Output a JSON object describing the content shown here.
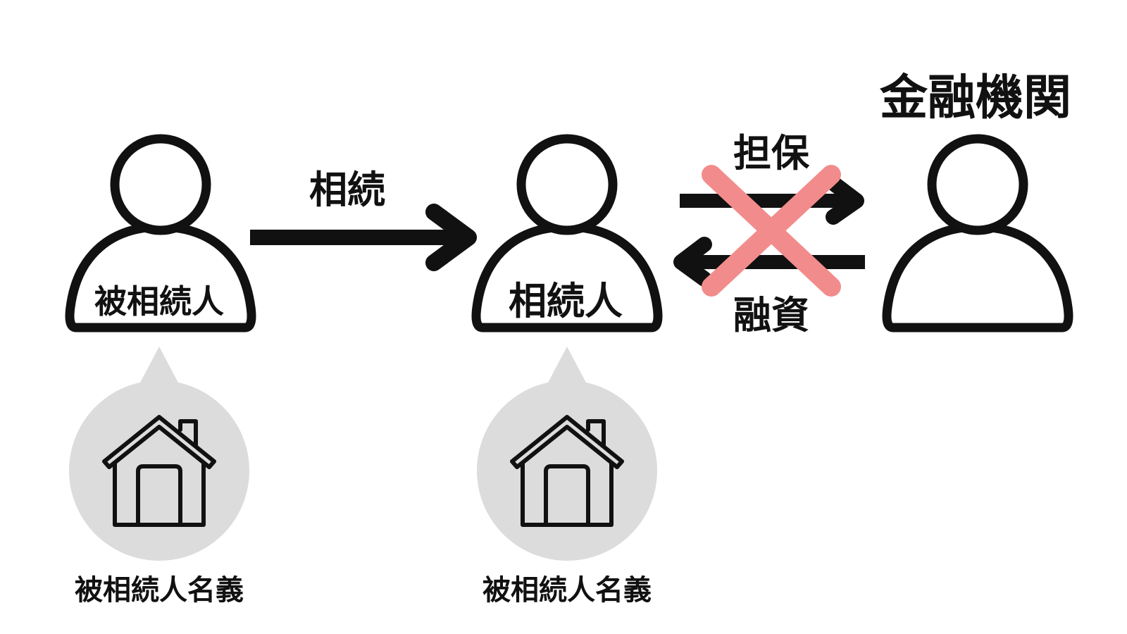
{
  "people": {
    "decedent": {
      "label": "被相続人"
    },
    "heir": {
      "label": "相続人"
    },
    "institution": {
      "label": "金融機関"
    }
  },
  "arrows": {
    "inheritance": {
      "label": "相続"
    },
    "collateral": {
      "label": "担保"
    },
    "loan": {
      "label": "融資"
    }
  },
  "properties": {
    "first": {
      "owner_label": "被相続人名義"
    },
    "second": {
      "owner_label": "被相続人名義"
    }
  },
  "colors": {
    "stroke": "#111111",
    "bubble": "#dcdcdc",
    "cross": "#f28c8c"
  }
}
